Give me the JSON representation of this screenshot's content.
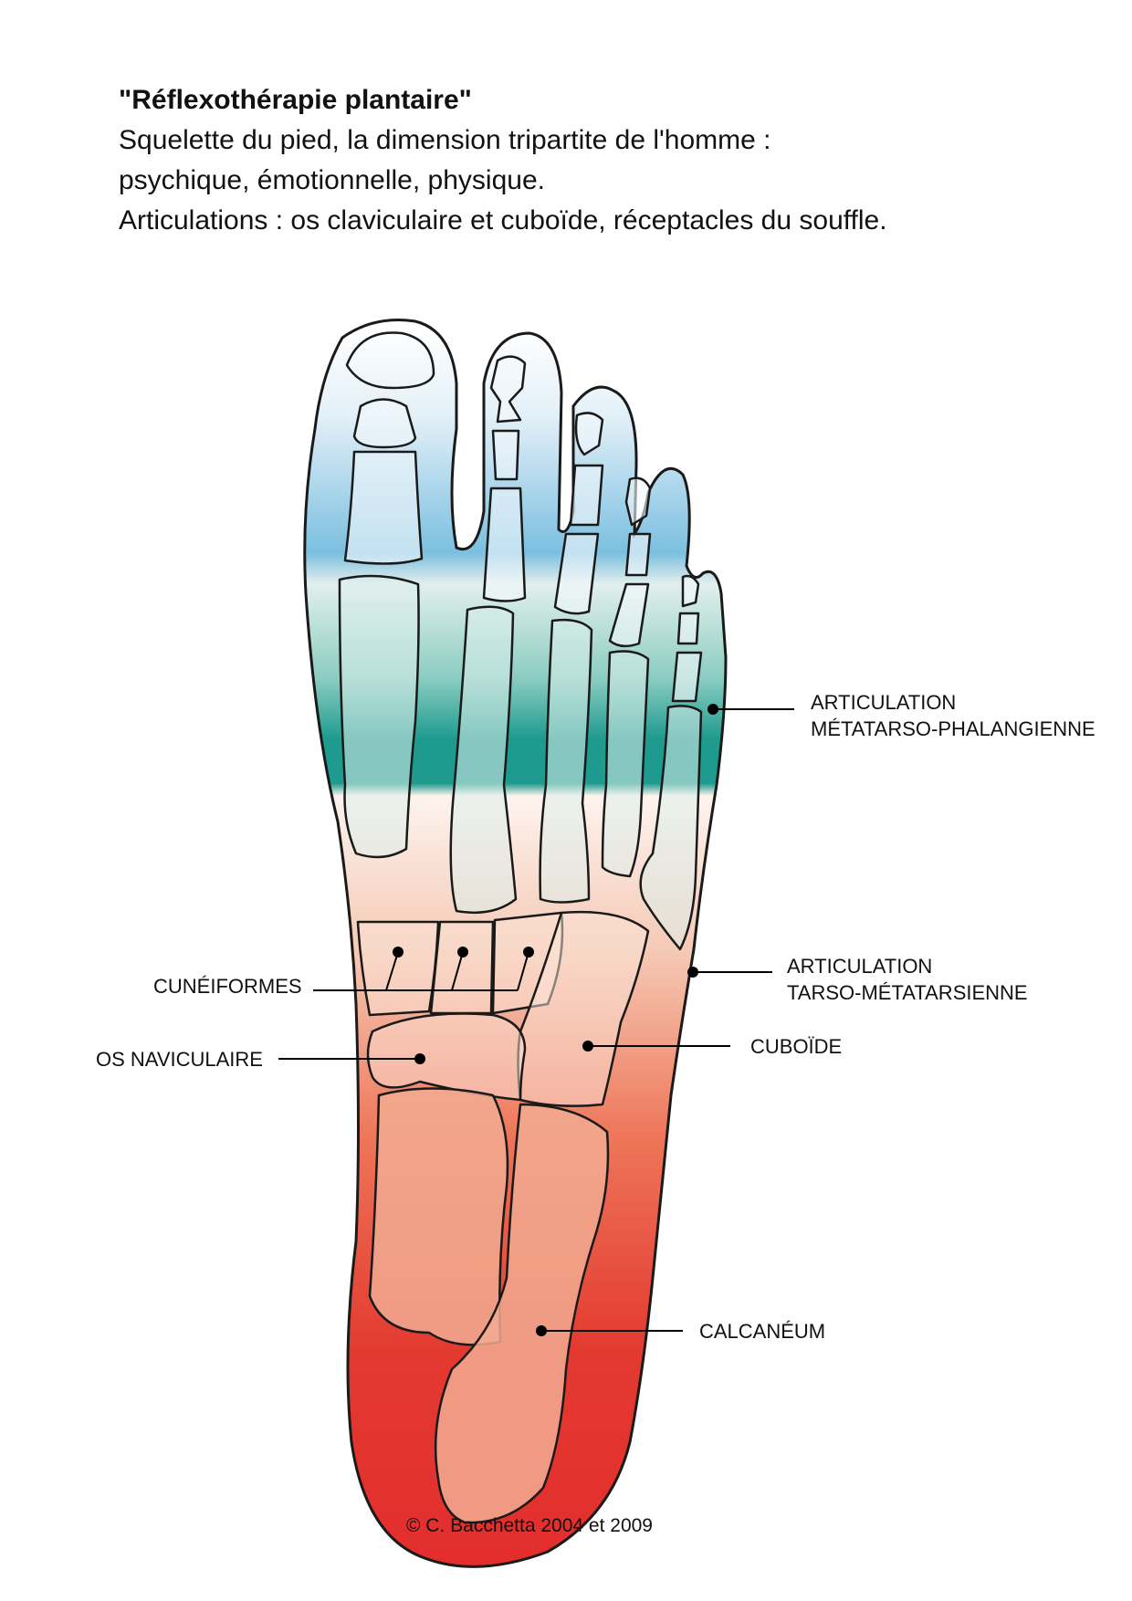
{
  "header": {
    "title": "\"Réflexothérapie plantaire\"",
    "lines": [
      "Squelette du pied, la dimension tripartite de l'homme :",
      "psychique, émotionnelle, physique.",
      "Articulations : os claviculaire et cuboïde, réceptacles du souffle."
    ]
  },
  "labels": {
    "metatarso_1": "ARTICULATION",
    "metatarso_2": "MÉTATARSO-PHALANGIENNE",
    "tarso_1": "ARTICULATION",
    "tarso_2": "TARSO-MÉTATARSIENNE",
    "cuneiformes": "CUNÉIFORMES",
    "naviculaire": "OS NAVICULAIRE",
    "cuboide": "CUBOÏDE",
    "calcaneum": "CALCANÉUM"
  },
  "footer": {
    "copyright": "© C. Bacchetta 2004 et 2009"
  },
  "colors": {
    "toes": "#7bbfe0",
    "metatarsals": "#1e9a8e",
    "tarsals": "#f5c9b5",
    "heel": "#e32d2d"
  }
}
